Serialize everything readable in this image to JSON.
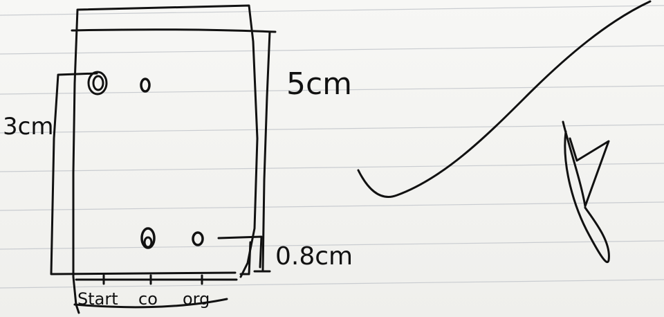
{
  "labels": {
    "height": "5cm",
    "solvent_front": "3cm",
    "origin_line": "0.8cm",
    "lanes": [
      "Start",
      "co",
      "org"
    ]
  },
  "colors": {
    "ink": "#111111",
    "paper": "#f4f4f2",
    "ruled_line": "#c9ccd0"
  }
}
